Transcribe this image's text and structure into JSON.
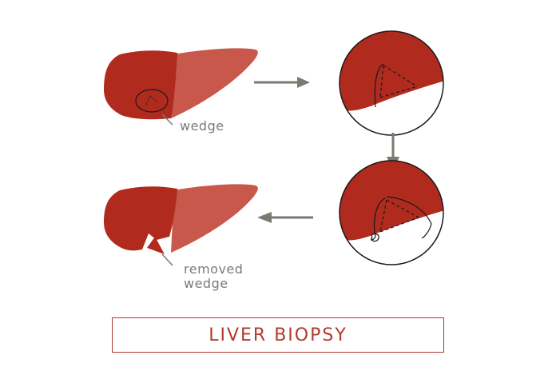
{
  "labels": {
    "wedge": "wedge",
    "removed_line1": "removed",
    "removed_line2": "wedge"
  },
  "title": "LIVER BIOPSY",
  "colors": {
    "liver_dark": "#b02a1e",
    "liver_light": "#c9584c",
    "arrow": "#7a7a72",
    "outline": "#1a1a1a",
    "label": "#7a7a7a",
    "title": "#b23a2a"
  }
}
